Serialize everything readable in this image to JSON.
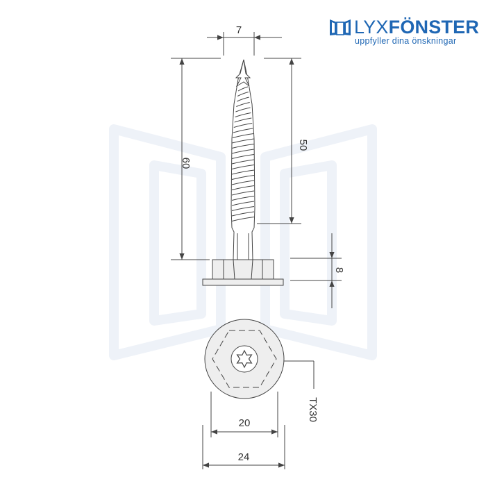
{
  "brand": {
    "name_light": "LYX",
    "name_bold": "FÖNSTER",
    "tagline": "uppfyller dina önskningar",
    "color": "#1f67b4"
  },
  "dimensions": {
    "tip_width": "7",
    "total_length": "60",
    "thread_length": "50",
    "head_height": "8",
    "drive": "TX30",
    "hex_width": "20",
    "flange_diameter": "24"
  },
  "colors": {
    "line": "#444444",
    "fill": "#eeeeee",
    "watermark": "#f1f4f8"
  }
}
